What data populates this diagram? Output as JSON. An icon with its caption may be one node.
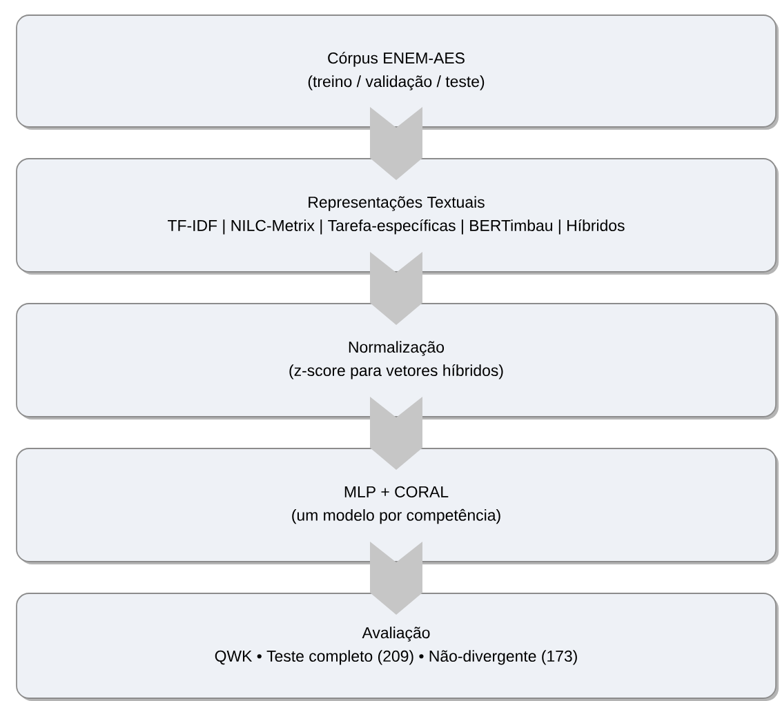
{
  "diagram": {
    "nodes": [
      {
        "text": [
          "Córpus ENEM-AES",
          "(treino / validação / teste)"
        ]
      },
      {
        "text": [
          "Representações Textuais",
          "TF-IDF | NILC-Metrix | Tarefa-específicas | BERTimbau | Híbridos"
        ]
      },
      {
        "text": [
          "Normalização",
          "(z-score para vetores híbridos)"
        ]
      },
      {
        "text": [
          "MLP + CORAL",
          "(um modelo por competência)"
        ]
      },
      {
        "text": [
          "Avaliação",
          "QWK • Teste completo (209) • Não-divergente (173)"
        ]
      }
    ],
    "edges": [
      {
        "from": 0,
        "to": 1,
        "arrow": "to"
      },
      {
        "from": 1,
        "to": 2,
        "arrow": "to"
      },
      {
        "from": 2,
        "to": 3,
        "arrow": "to"
      },
      {
        "from": 3,
        "to": 4,
        "arrow": "to"
      }
    ]
  }
}
